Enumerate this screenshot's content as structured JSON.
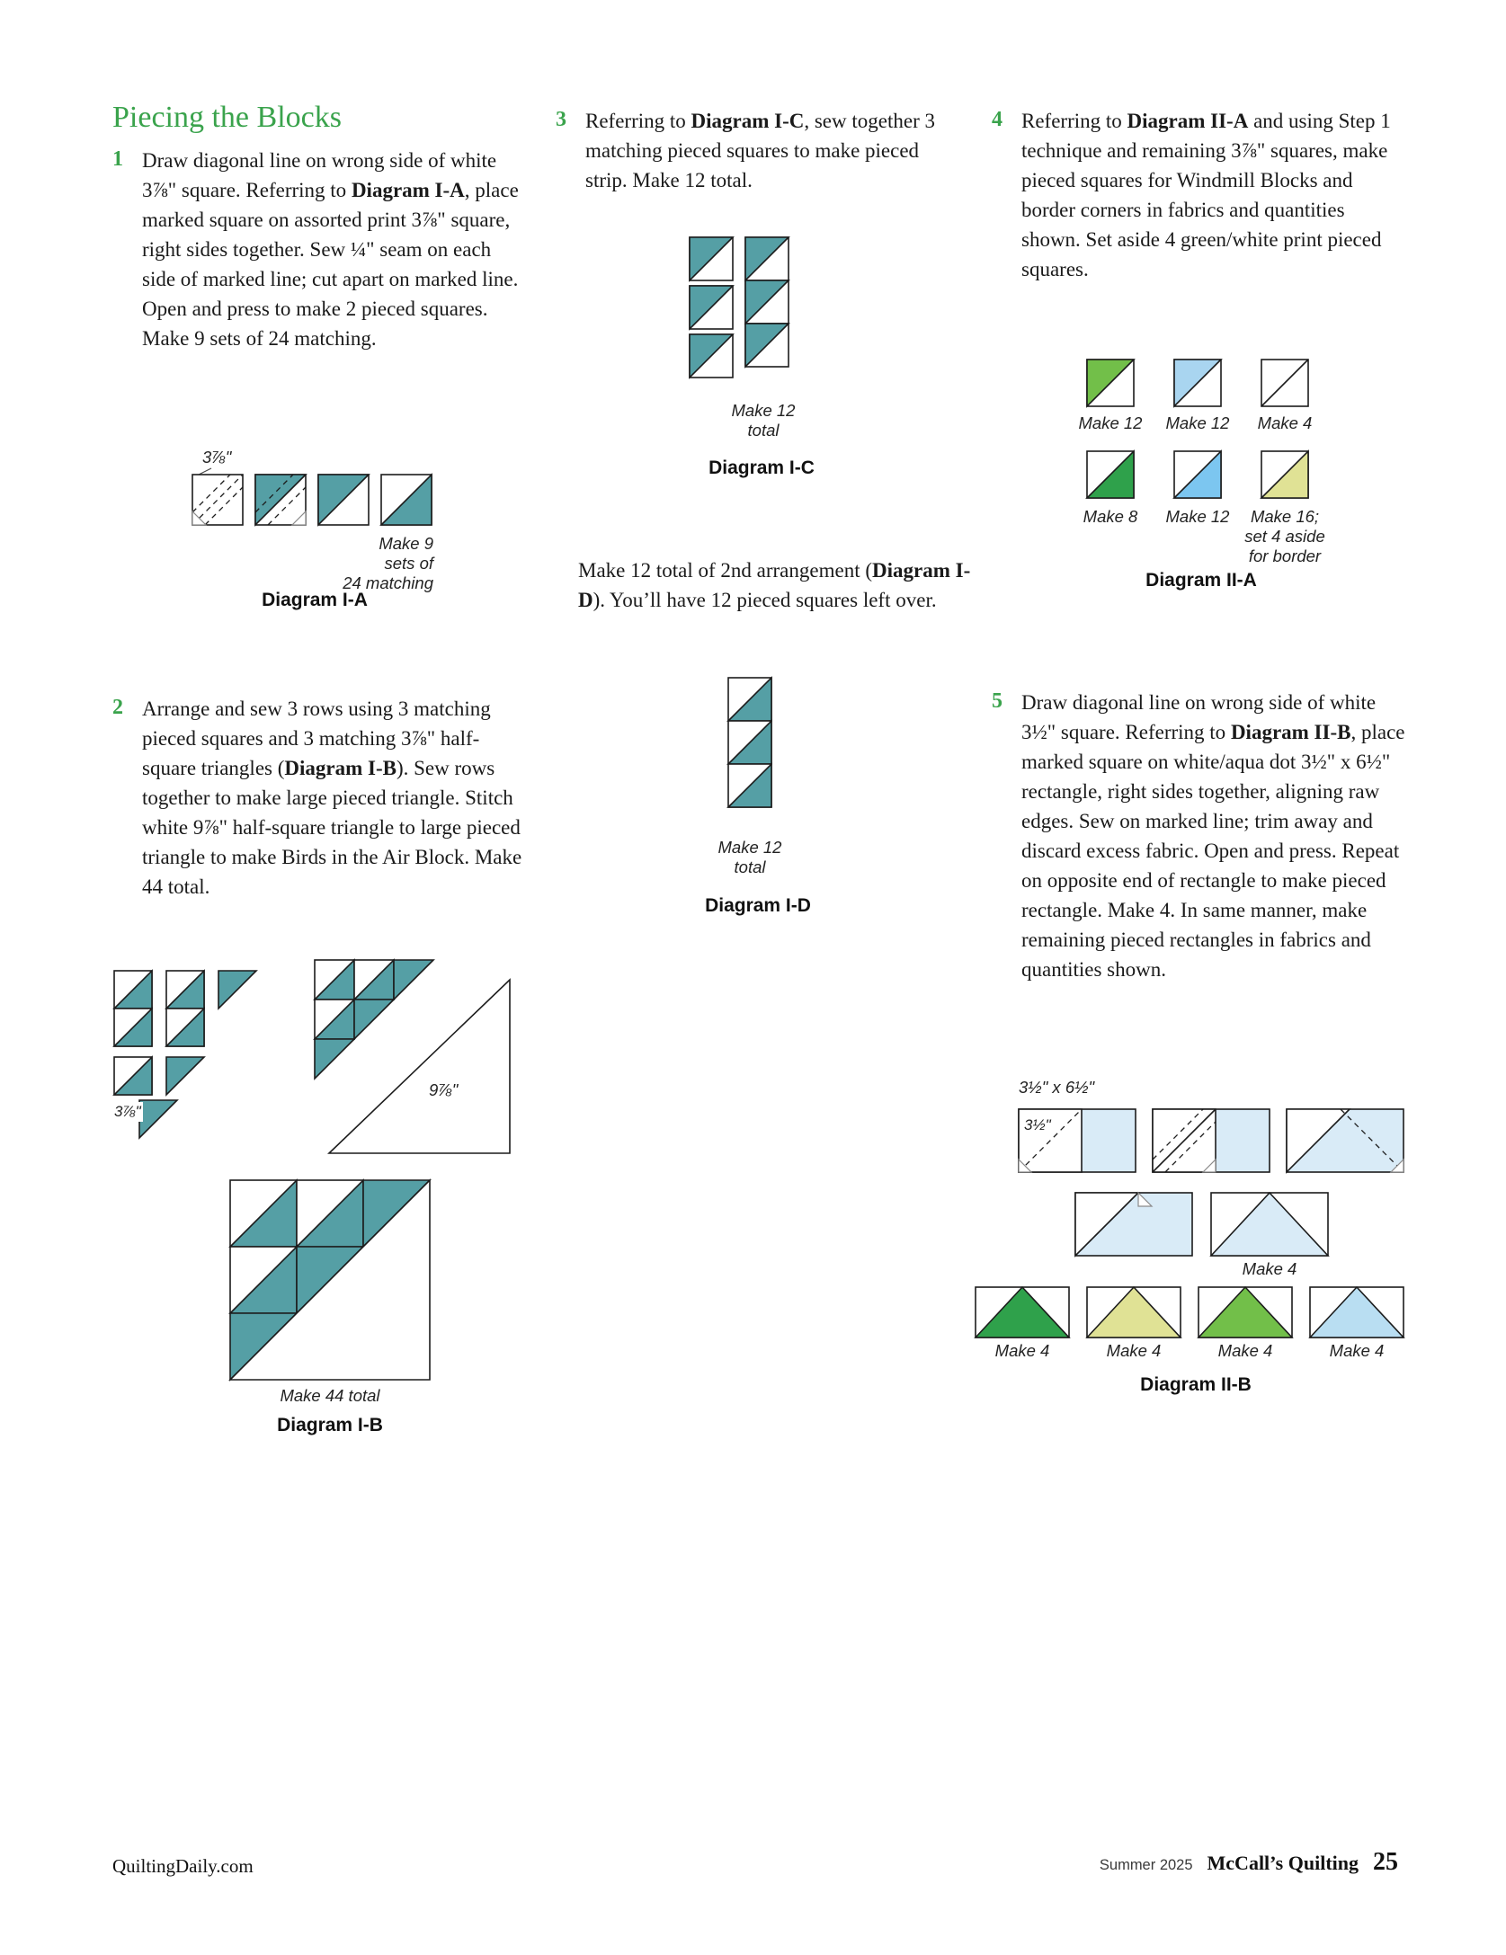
{
  "page": {
    "heading": "Piecing the Blocks",
    "footer": {
      "left": "QuiltingDaily.com",
      "issue": "Summer 2025",
      "magazine": "McCall’s Quilting",
      "page_number": "25"
    }
  },
  "colors": {
    "heading_green": "#3aa34c",
    "teal": "#559fa5",
    "green_apple": "#72bf49",
    "green_mid": "#2fa14b",
    "blue_light": "#a9d5f0",
    "blue_sky": "#7cc6f0",
    "yellow_pale": "#e0e295",
    "aqua_bg": "#d9ebf7",
    "blue_pale": "#b9def2"
  },
  "steps": [
    {
      "num": "1",
      "pre": "Draw diagonal line on wrong side of white 3⅞\" square. Referring to ",
      "ref": "Diagram I-A",
      "post": ", place marked square on assorted print 3⅞\" square, right sides together. Sew ¼\" seam on each side of marked line; cut apart on marked line. Open and press to make 2 pieced squares. Make 9 sets of 24 matching."
    },
    {
      "num": "2",
      "pre": "Arrange and sew 3 rows using 3 matching pieced squares and 3 matching 3⅞\" half-square triangles (",
      "ref": "Diagram I-B",
      "post": "). Sew rows together to make large pieced triangle. Stitch white 9⅞\" half-square triangle to large pieced triangle to make Birds in the Air Block. Make 44 total."
    },
    {
      "num": "3",
      "pre": "Referring to ",
      "ref": "Diagram I-C",
      "post": ", sew together 3 matching pieced squares to make pieced strip. Make 12 total."
    },
    {
      "num": "4",
      "pre": "Referring to ",
      "ref": "Diagram II-A",
      "post": " and using Step 1 technique and remaining 3⅞\" squares, make pieced squares for Windmill Blocks and border corners in fabrics and quantities shown. Set aside 4 green/white print pieced squares."
    },
    {
      "num": "5",
      "pre": "Draw diagonal line on wrong side of white 3½\" square. Referring to ",
      "ref": "Diagram II-B",
      "post": ", place marked square on white/aqua dot 3½\" x 6½\" rectangle, right sides together, aligning raw edges. Sew on marked line; trim away and discard excess fabric. Open and press. Repeat on opposite end of rectangle to make pieced rectangle. Make 4. In same manner, make remaining pieced rectangles in fabrics and quantities shown."
    }
  ],
  "mid_note": {
    "pre": "Make 12 total of 2nd arrangement (",
    "ref": "Diagram I-D",
    "post": "). You’ll have 12 pieced squares left over."
  },
  "diagrams": {
    "ia": {
      "size_label": "3⅞\"",
      "make_label": "Make 9\nsets of\n24 matching",
      "title": "Diagram I-A"
    },
    "ib": {
      "small_size_label": "3⅞\"",
      "large_size_label": "9⅞\"",
      "make_label": "Make 44 total",
      "title": "Diagram I-B"
    },
    "ic": {
      "make_label": "Make 12\ntotal",
      "title": "Diagram I-C"
    },
    "id": {
      "make_label": "Make 12\ntotal",
      "title": "Diagram I-D"
    },
    "iia": {
      "title": "Diagram II-A",
      "labels_row1": [
        "Make 12",
        "Make 12",
        "Make 4"
      ],
      "labels_row2": [
        "Make 8",
        "Make 12",
        "Make 16;\nset 4 aside\nfor border"
      ]
    },
    "iib": {
      "title": "Diagram II-B",
      "size_label": "3½\" x 6½\"",
      "square_label": "3½\"",
      "step_make_label": "Make 4",
      "geese_labels": [
        "Make 4",
        "Make 4",
        "Make 4",
        "Make 4"
      ]
    }
  }
}
